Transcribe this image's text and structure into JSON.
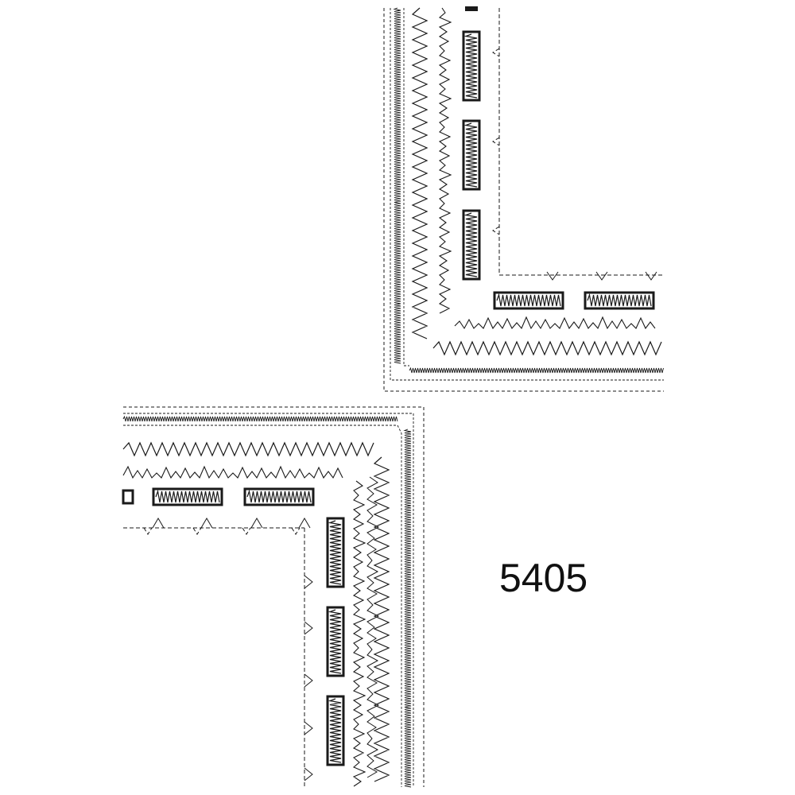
{
  "pattern_number": "5405",
  "colors": {
    "ink": "#1a1a1a",
    "paper": "#ffffff"
  },
  "motifs": [
    {
      "name": "upper-right-corner-border",
      "rows": [
        "dashed-outline",
        "fine-zigzag-band",
        "large-zigzag",
        "jagged-stitch",
        "bar-tacks",
        "dashed-picot-edge"
      ]
    },
    {
      "name": "lower-left-corner-border",
      "rows": [
        "dashed-outline",
        "fine-zigzag-band",
        "large-zigzag",
        "jagged-stitch",
        "bar-tacks",
        "dashed-picot-edge"
      ]
    }
  ]
}
